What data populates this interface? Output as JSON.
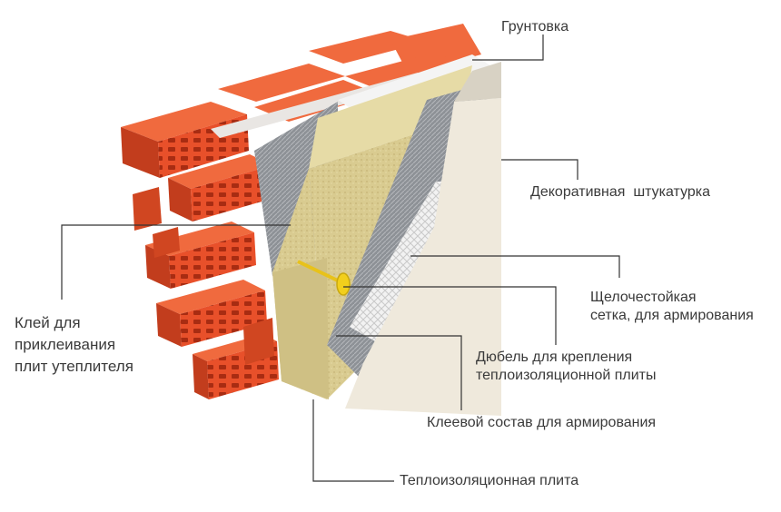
{
  "labels": {
    "primer": "Грунтовка",
    "decorative_plaster": "Декоративная  штукатурка",
    "mesh": [
      "Щелочестойкая",
      "сетка, для армирования"
    ],
    "dowel": [
      "Дюбель для крепления",
      "теплоизоляционной плиты"
    ],
    "reinforcing_adhesive": "Клеевой состав для армирования",
    "insulation_board": "Теплоизоляционная плита",
    "board_adhesive": [
      "Клей для",
      "приклеивания",
      "плит утеплителя"
    ]
  },
  "colors": {
    "brick": "#e8502a",
    "brick_dark": "#b83518",
    "insulation": "#d7c98e",
    "adhesive_gray": "#9a9ea3",
    "plaster": "#efe9dc",
    "leader_line": "#333333"
  }
}
